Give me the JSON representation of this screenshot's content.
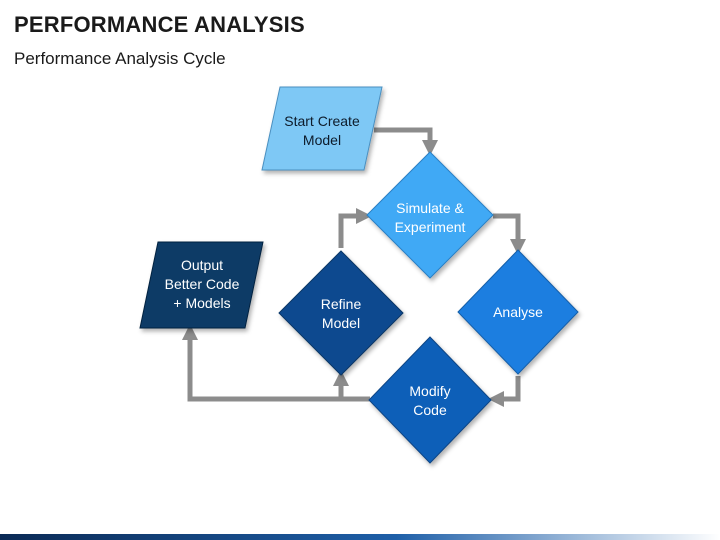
{
  "header": {
    "title": "PERFORMANCE ANALYSIS",
    "subtitle": "Performance Analysis Cycle"
  },
  "diagram": {
    "nodes": [
      {
        "id": "start",
        "shape": "parallelogram",
        "lines": [
          "Start Create",
          "Model"
        ],
        "color": "#7ec8f5",
        "text_color": "#0d1b2a"
      },
      {
        "id": "simulate",
        "shape": "diamond",
        "lines": [
          "Simulate &",
          "Experiment"
        ],
        "color": "#3fa9f5",
        "text_color": "#ffffff"
      },
      {
        "id": "analyse",
        "shape": "diamond",
        "lines": [
          "Analyse"
        ],
        "color": "#1f7ee0",
        "text_color": "#ffffff"
      },
      {
        "id": "modify",
        "shape": "diamond",
        "lines": [
          "Modify",
          "Code"
        ],
        "color": "#0f5fb8",
        "text_color": "#ffffff"
      },
      {
        "id": "refine",
        "shape": "diamond",
        "lines": [
          "Refine",
          "Model"
        ],
        "color": "#0b4a8f",
        "text_color": "#ffffff"
      },
      {
        "id": "output",
        "shape": "parallelogram",
        "lines": [
          "Output",
          "Better Code",
          "+ Models"
        ],
        "color": "#0b3a66",
        "text_color": "#ffffff"
      }
    ],
    "connector_color": "#8c8c8c"
  }
}
